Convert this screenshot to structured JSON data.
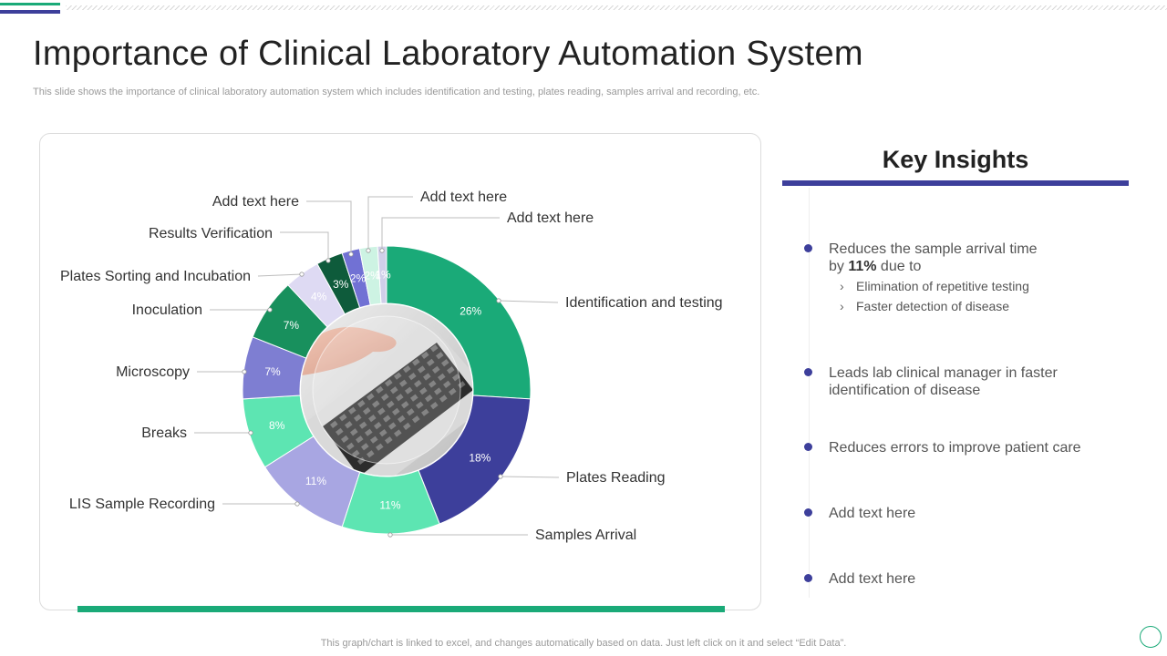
{
  "page": {
    "title": "Importance of Clinical Laboratory Automation System",
    "subtitle": "This slide shows the importance of clinical laboratory automation system which includes identification and testing, plates reading, samples arrival and recording, etc.",
    "footer": "This graph/chart is linked to excel,  and changes automatically based on data. Just left click on it and select “Edit Data”."
  },
  "colors": {
    "green": "#1aaa78",
    "navy": "#3d3f9b",
    "mint": "#5de5b2",
    "lavender": "#a8a6e2",
    "purple": "#7e7ed2",
    "dark_green": "#18905d",
    "pale_lavender": "#dedaf3",
    "darkest_green": "#0e5b3b",
    "periwinkle": "#7171d4",
    "pale_mint": "#cdf3e3",
    "pale_lilac": "#d0cfe9"
  },
  "chart_data": {
    "type": "pie",
    "variant": "donut",
    "center_image": "laptop-keyboard-photo",
    "categories": [
      "Identification and testing",
      "Plates Reading",
      "Samples Arrival",
      "LIS Sample Recording",
      "Breaks",
      "Microscopy",
      "Inoculation",
      "Plates Sorting and Incubation",
      "Results Verification",
      "Add text here",
      "Add text here",
      "Add text here"
    ],
    "values": [
      26,
      18,
      11,
      11,
      8,
      7,
      7,
      4,
      3,
      2,
      2,
      1
    ],
    "value_labels": [
      "26%",
      "18%",
      "11%",
      "11%",
      "8%",
      "7%",
      "7%",
      "4%",
      "3%",
      "2%",
      "2%",
      "1%"
    ],
    "colors": [
      "#1aaa78",
      "#3d3f9b",
      "#5de5b2",
      "#a8a6e2",
      "#5de5b2",
      "#7e7ed2",
      "#18905d",
      "#dedaf3",
      "#0e5b3b",
      "#7171d4",
      "#cdf3e3",
      "#d0cfe9"
    ]
  },
  "insights": {
    "title": "Key Insights",
    "items": [
      {
        "text": "Reduces the sample arrival time",
        "text2_prefix": "by ",
        "text2_bold": "11%",
        "text2_suffix": " due to",
        "subitems": [
          "Elimination of repetitive testing",
          "Faster detection of disease"
        ]
      },
      {
        "text": "Leads lab clinical manager in faster",
        "text2": "identification of disease"
      },
      {
        "text": "Reduces errors to improve patient care"
      },
      {
        "text": "Add text here"
      },
      {
        "text": "Add text here"
      }
    ],
    "arrow": "›"
  }
}
